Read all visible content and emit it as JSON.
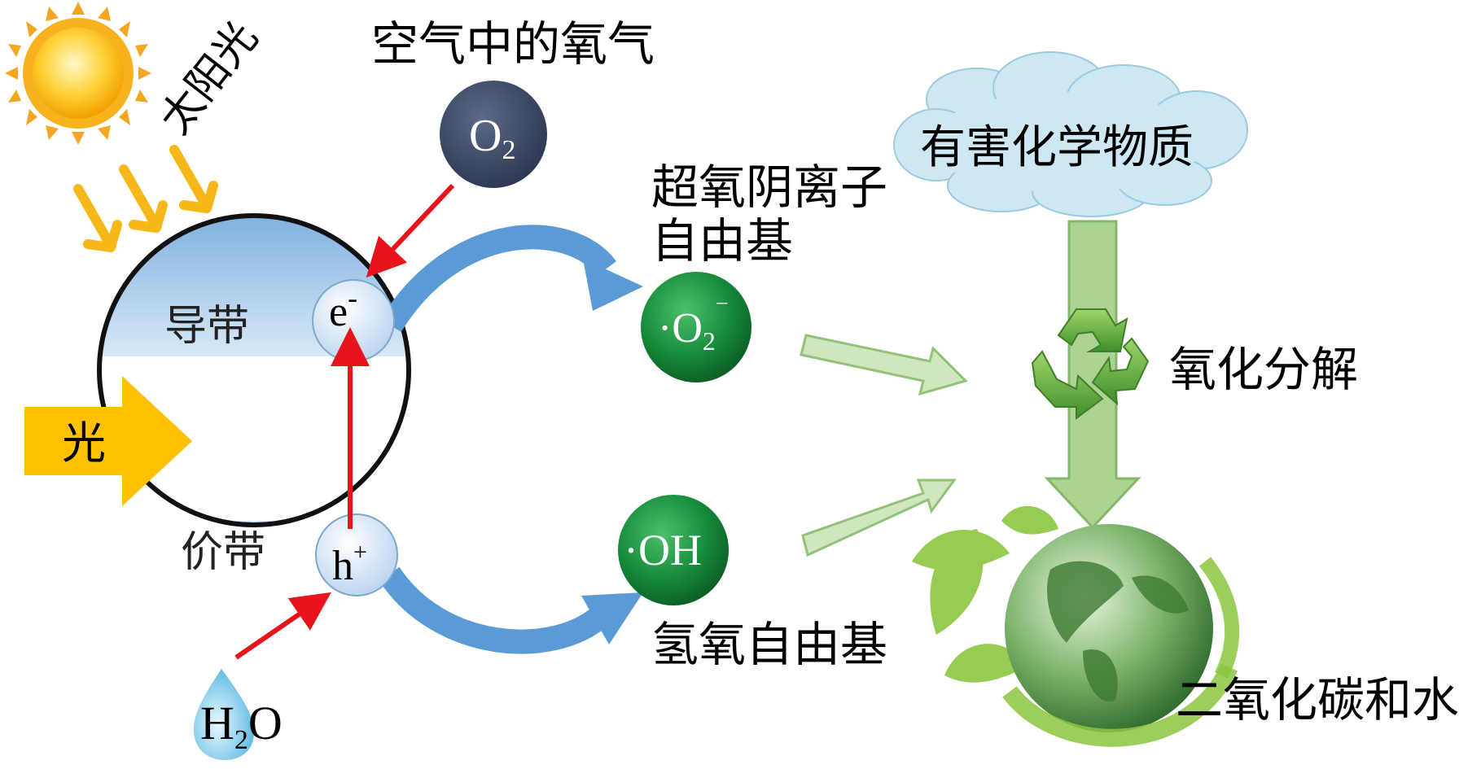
{
  "labels": {
    "sunlight": "太阳光",
    "oxygen_in_air": "空气中的氧气",
    "o2": "O",
    "o2_sub": "2",
    "conduction_band": "导带",
    "valence_band": "价带",
    "light": "光",
    "electron": "e",
    "electron_sup": "-",
    "hole": "h",
    "hole_sup": "+",
    "water_h": "H",
    "water_sub": "2",
    "water_o": "O",
    "superoxide_line1": "超氧阴离子",
    "superoxide_line2": "自由基",
    "superoxide_symbol": "·O",
    "superoxide_sub": "2",
    "superoxide_sup": "−",
    "hydroxyl_symbol": "·OH",
    "hydroxyl_label": "氢氧自由基",
    "harmful_chemicals": "有害化学物质",
    "oxidative_decomposition": "氧化分解",
    "co2_and_water": "二氧化碳和水"
  },
  "icons": {
    "sun": "sun-icon",
    "recycle": "recycle-icon",
    "globe": "globe-icon",
    "water_drop": "water-drop-icon",
    "cloud": "cloud-icon"
  },
  "colors": {
    "sun": "#f5a623",
    "o2_ball": "#3d4a66",
    "radical_ball": "#1a7a3a",
    "red_arrow": "#e8141c",
    "blue_arrow": "#5b9bd5",
    "green_arrow": "#c5e0b4",
    "light_arrow": "#ffc000",
    "cloud": "#c8e6f0",
    "band": "#a9cbe8"
  }
}
